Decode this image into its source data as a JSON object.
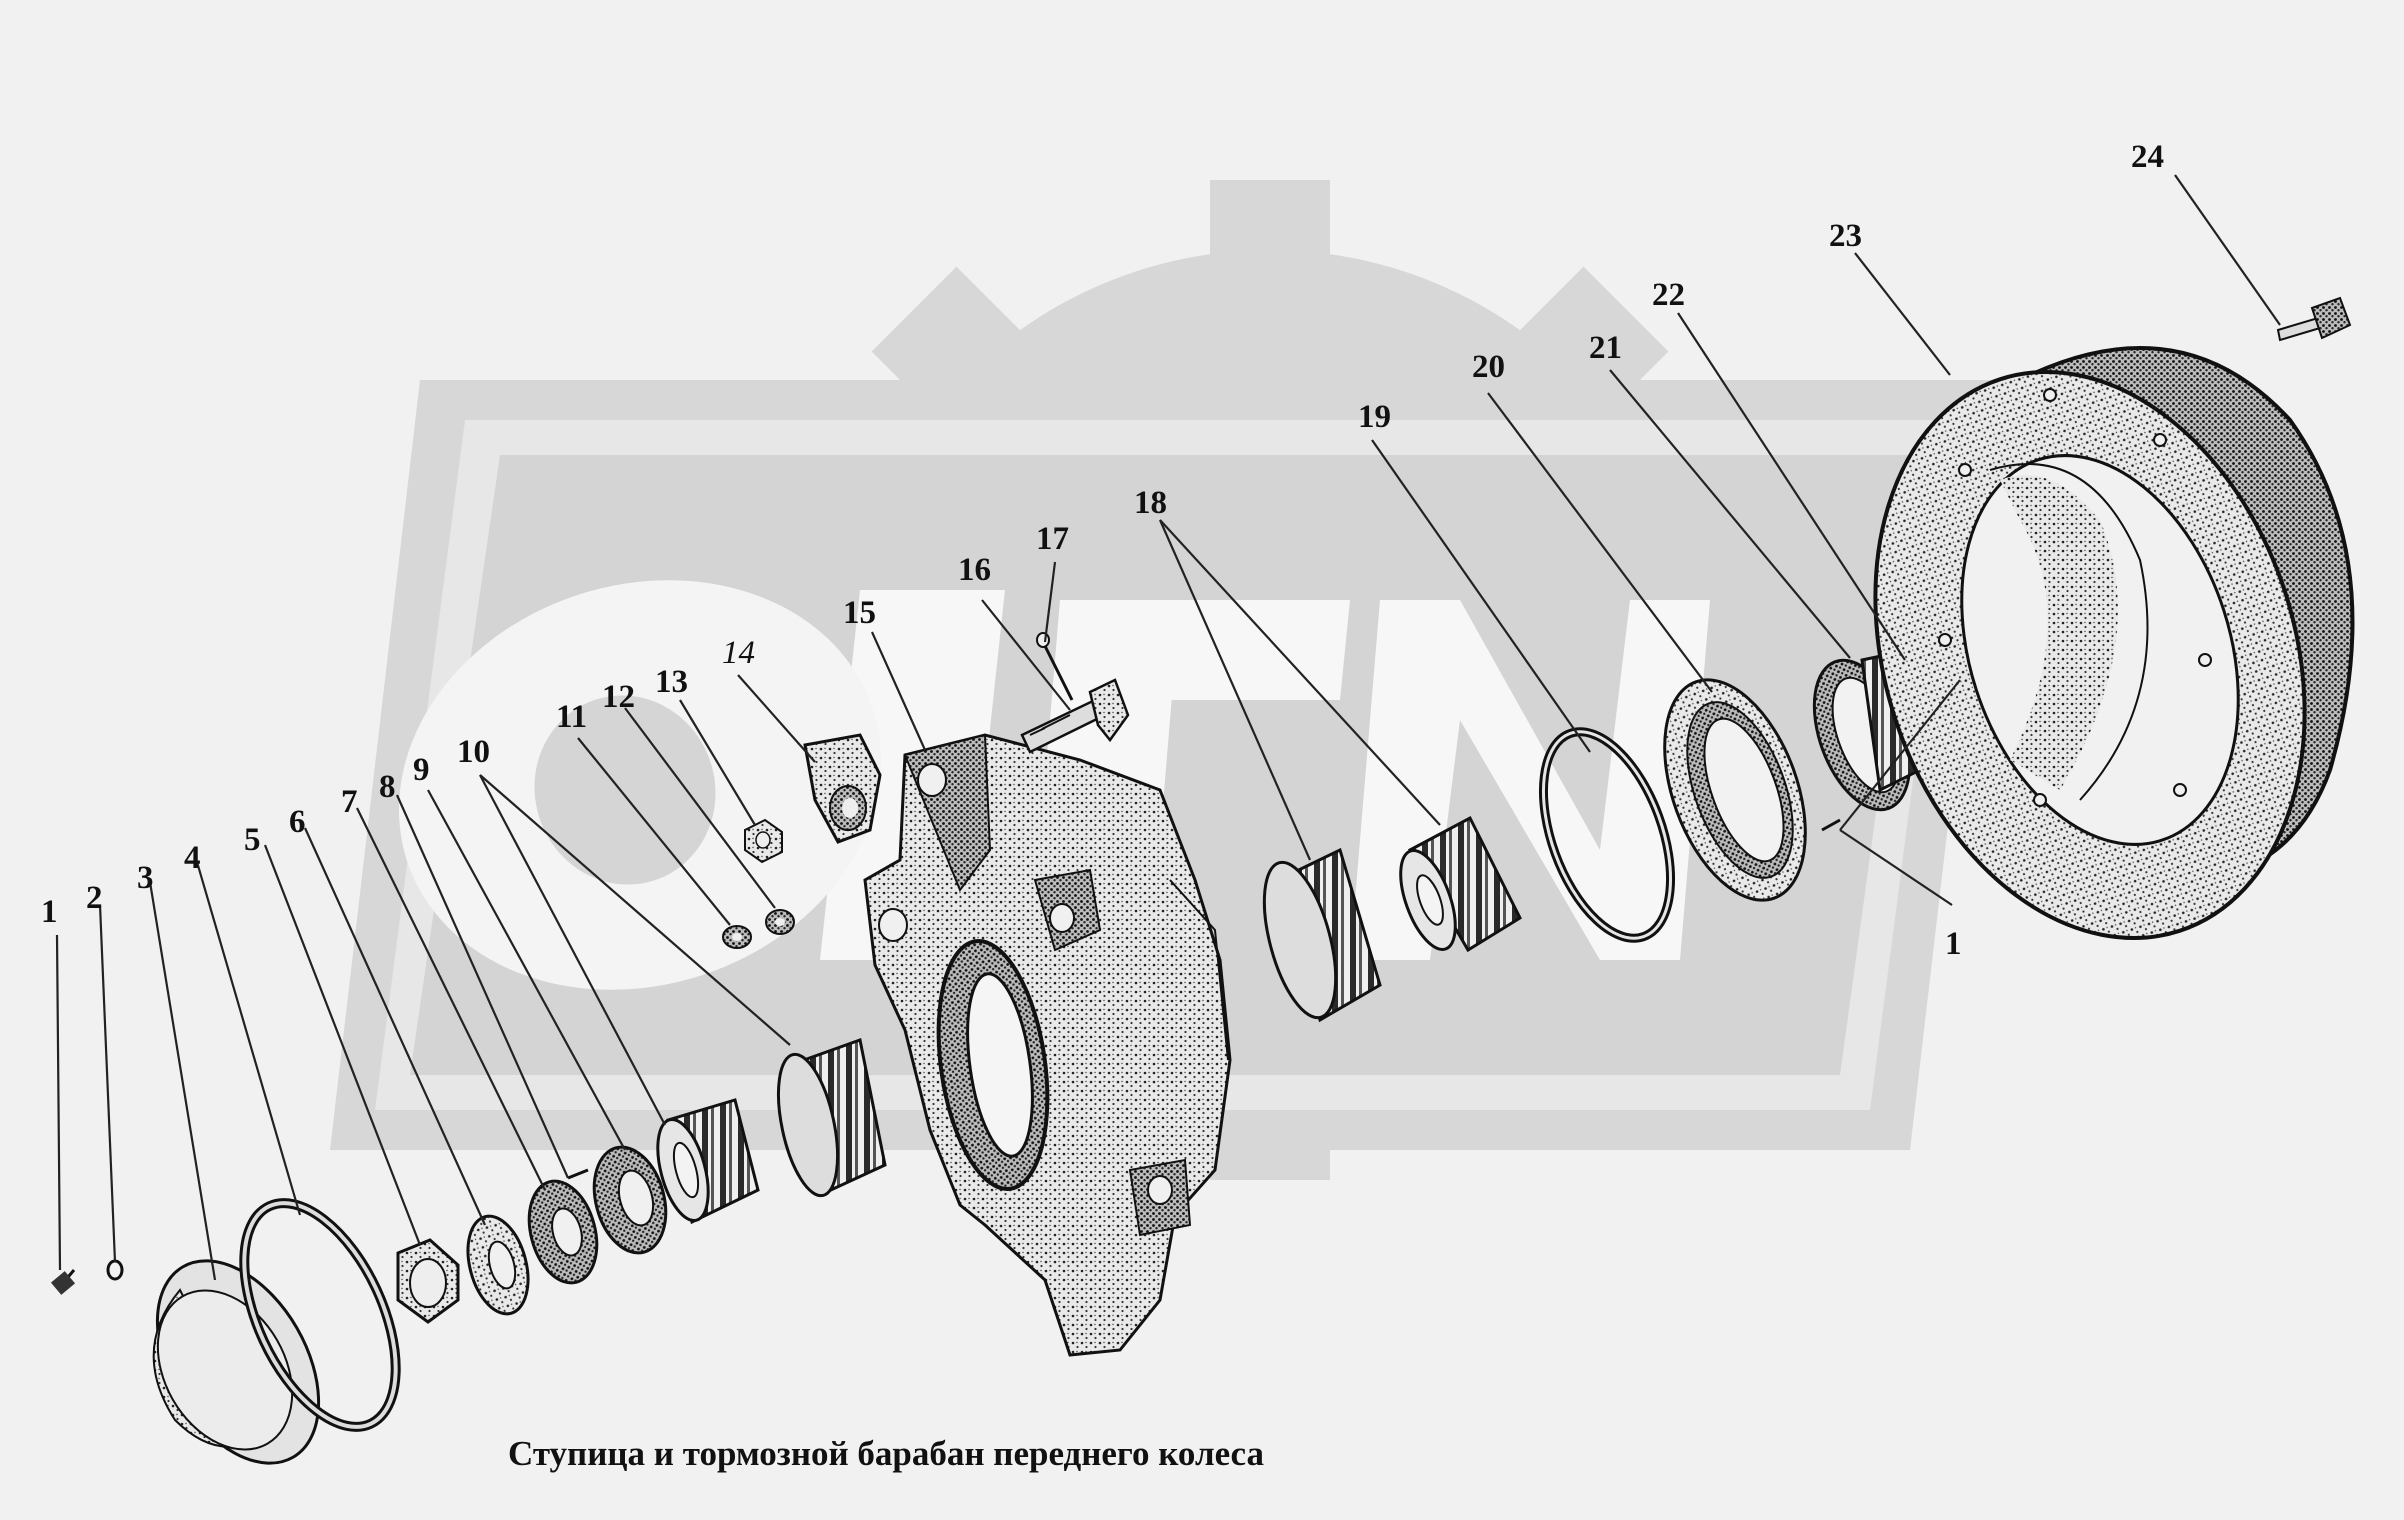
{
  "caption": "Ступица и тормозной барабан переднего колеса",
  "callouts": {
    "c1a": "1",
    "c2": "2",
    "c3": "3",
    "c4": "4",
    "c5": "5",
    "c6": "6",
    "c7": "7",
    "c8": "8",
    "c9": "9",
    "c10": "10",
    "c11": "11",
    "c12": "12",
    "c13": "13",
    "c14": "14",
    "c15": "15",
    "c16": "16",
    "c17": "17",
    "c18": "18",
    "c19": "19",
    "c20": "20",
    "c21": "21",
    "c22": "22",
    "c23": "23",
    "c24": "24",
    "c1b": "1"
  },
  "colors": {
    "background": "#f1f1f1",
    "watermark": "#d7d7d7",
    "ink": "#111111"
  }
}
